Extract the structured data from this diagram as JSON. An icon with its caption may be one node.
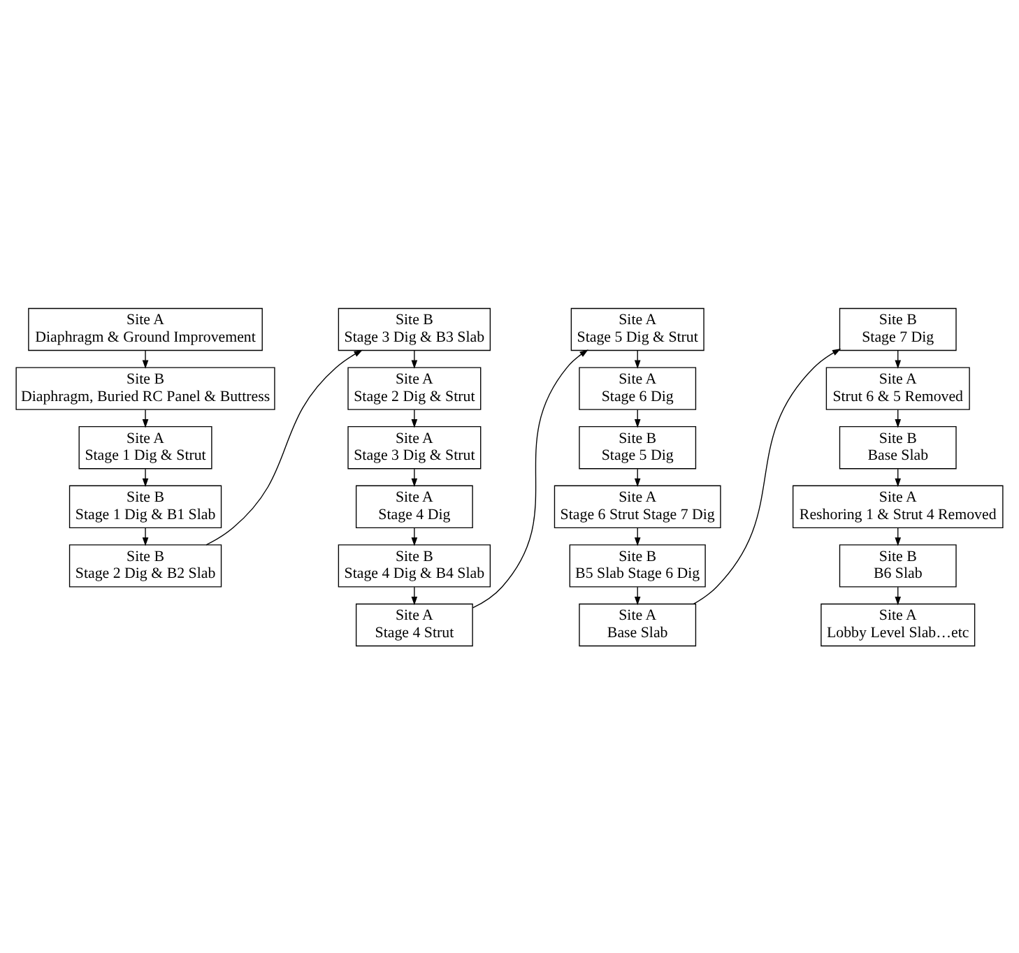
{
  "diagram": {
    "nodes": [
      {
        "text": [
          "Site A",
          "Diaphragm & Ground Improvement"
        ]
      },
      {
        "text": [
          "Site B",
          "Diaphragm, Buried RC Panel & Buttress"
        ]
      },
      {
        "text": [
          "Site A",
          "Stage 1 Dig & Strut"
        ]
      },
      {
        "text": [
          "Site B",
          "Stage 1 Dig & B1 Slab"
        ]
      },
      {
        "text": [
          "Site B",
          "Stage 2 Dig & B2 Slab"
        ]
      },
      {
        "text": [
          "Site B",
          "Stage 3 Dig & B3 Slab"
        ]
      },
      {
        "text": [
          "Site A",
          "Stage 2 Dig & Strut"
        ]
      },
      {
        "text": [
          "Site A",
          "Stage 3 Dig & Strut"
        ]
      },
      {
        "text": [
          "Site A",
          "Stage 4 Dig"
        ]
      },
      {
        "text": [
          "Site B",
          "Stage 4 Dig & B4 Slab"
        ]
      },
      {
        "text": [
          "Site A",
          "Stage 4 Strut"
        ]
      },
      {
        "text": [
          "Site A",
          "Stage 5 Dig & Strut"
        ]
      },
      {
        "text": [
          "Site A",
          "Stage 6 Dig"
        ]
      },
      {
        "text": [
          "Site B",
          "Stage 5 Dig"
        ]
      },
      {
        "text": [
          "Site A",
          "Stage 6 Strut Stage 7 Dig"
        ]
      },
      {
        "text": [
          "Site B",
          "B5 Slab Stage 6 Dig"
        ]
      },
      {
        "text": [
          "Site A",
          "Base Slab"
        ]
      },
      {
        "text": [
          "Site B",
          "Stage 7 Dig"
        ]
      },
      {
        "text": [
          "Site A",
          "Strut 6 & 5 Removed"
        ]
      },
      {
        "text": [
          "Site B",
          "Base Slab"
        ]
      },
      {
        "text": [
          "Site A",
          "Reshoring 1 & Strut 4 Removed"
        ]
      },
      {
        "text": [
          "Site B",
          "B6 Slab"
        ]
      },
      {
        "text": [
          "Site A",
          "Lobby Level Slab…etc"
        ]
      }
    ],
    "edges": [
      {
        "from": 0,
        "to": 1,
        "arrow": "to"
      },
      {
        "from": 1,
        "to": 2,
        "arrow": "to"
      },
      {
        "from": 2,
        "to": 3,
        "arrow": "to"
      },
      {
        "from": 3,
        "to": 4,
        "arrow": "to"
      },
      {
        "from": 4,
        "to": 5,
        "arrow": "to"
      },
      {
        "from": 5,
        "to": 6,
        "arrow": "to"
      },
      {
        "from": 6,
        "to": 7,
        "arrow": "to"
      },
      {
        "from": 7,
        "to": 8,
        "arrow": "to"
      },
      {
        "from": 8,
        "to": 9,
        "arrow": "to"
      },
      {
        "from": 9,
        "to": 10,
        "arrow": "to"
      },
      {
        "from": 10,
        "to": 11,
        "arrow": "to"
      },
      {
        "from": 11,
        "to": 12,
        "arrow": "to"
      },
      {
        "from": 12,
        "to": 13,
        "arrow": "to"
      },
      {
        "from": 13,
        "to": 14,
        "arrow": "to"
      },
      {
        "from": 14,
        "to": 15,
        "arrow": "to"
      },
      {
        "from": 15,
        "to": 16,
        "arrow": "to"
      },
      {
        "from": 16,
        "to": 17,
        "arrow": "to"
      },
      {
        "from": 17,
        "to": 18,
        "arrow": "to"
      },
      {
        "from": 18,
        "to": 19,
        "arrow": "to"
      },
      {
        "from": 19,
        "to": 20,
        "arrow": "to"
      },
      {
        "from": 20,
        "to": 21,
        "arrow": "to"
      },
      {
        "from": 21,
        "to": 22,
        "arrow": "to"
      }
    ]
  }
}
